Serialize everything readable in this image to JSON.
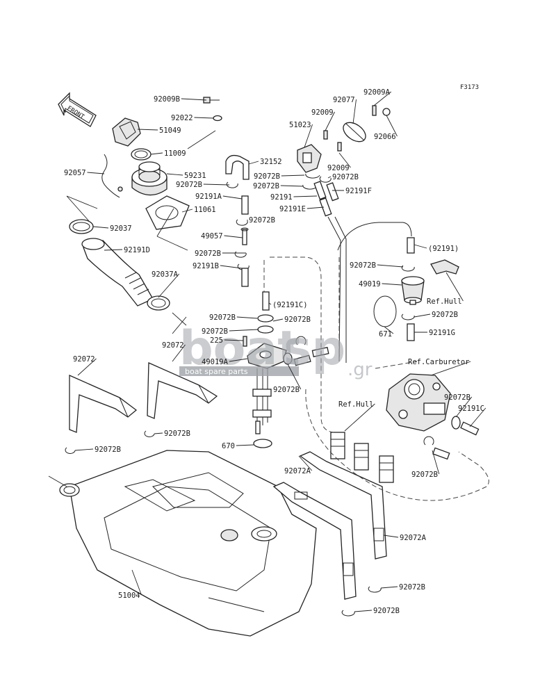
{
  "diagram": {
    "code": "F3173",
    "front_label": "FRONT",
    "labels": [
      "92009B",
      "92022",
      "51049",
      "11009",
      "92057",
      "59231",
      "92072B",
      "11061",
      "92037",
      "92191D",
      "92037A",
      "92072",
      "92072",
      "92072B",
      "92072B",
      "32152",
      "92191A",
      "92072B",
      "49057",
      "92072B",
      "92191B",
      "92072B",
      "92072B",
      "225",
      "49019A",
      "(92191C)",
      "92072B",
      "92072B",
      "670",
      "92077",
      "92009A",
      "92009",
      "51023",
      "92066",
      "92072B",
      "92072B",
      "92072B",
      "92191F",
      "92191",
      "92191E",
      "92009",
      "(92191)",
      "92072B",
      "49019",
      "Ref.Hull",
      "92072B",
      "671",
      "92191G",
      "Ref.Carburetor",
      "Ref.Hull",
      "92072B",
      "92191C",
      "92072B",
      "92072A",
      "92072A",
      "92072B",
      "92072B",
      "51004"
    ]
  },
  "watermark": {
    "brand": "boat",
    "brand2": "sp",
    "tld": ".gr",
    "tagline": "boat spare parts"
  }
}
